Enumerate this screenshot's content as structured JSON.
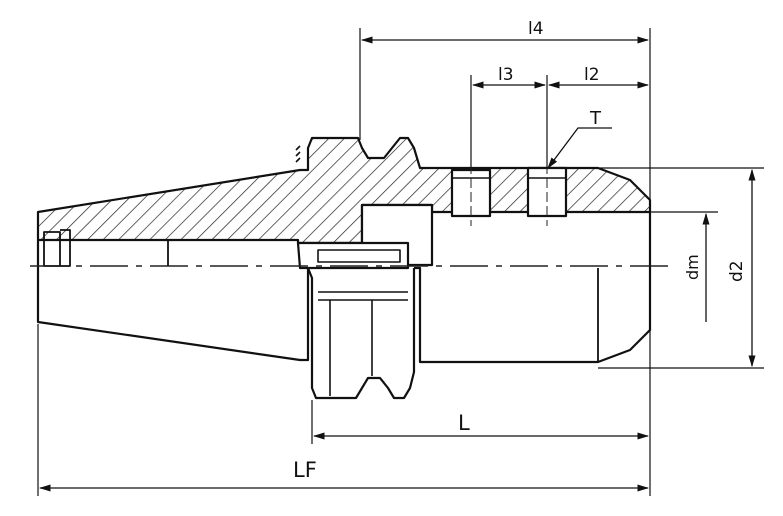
{
  "dimensions": {
    "l4": "l4",
    "l3": "l3",
    "l2": "l2",
    "T": "T",
    "dm": "dm",
    "d2": "d2",
    "L": "L",
    "LF": "LF"
  }
}
